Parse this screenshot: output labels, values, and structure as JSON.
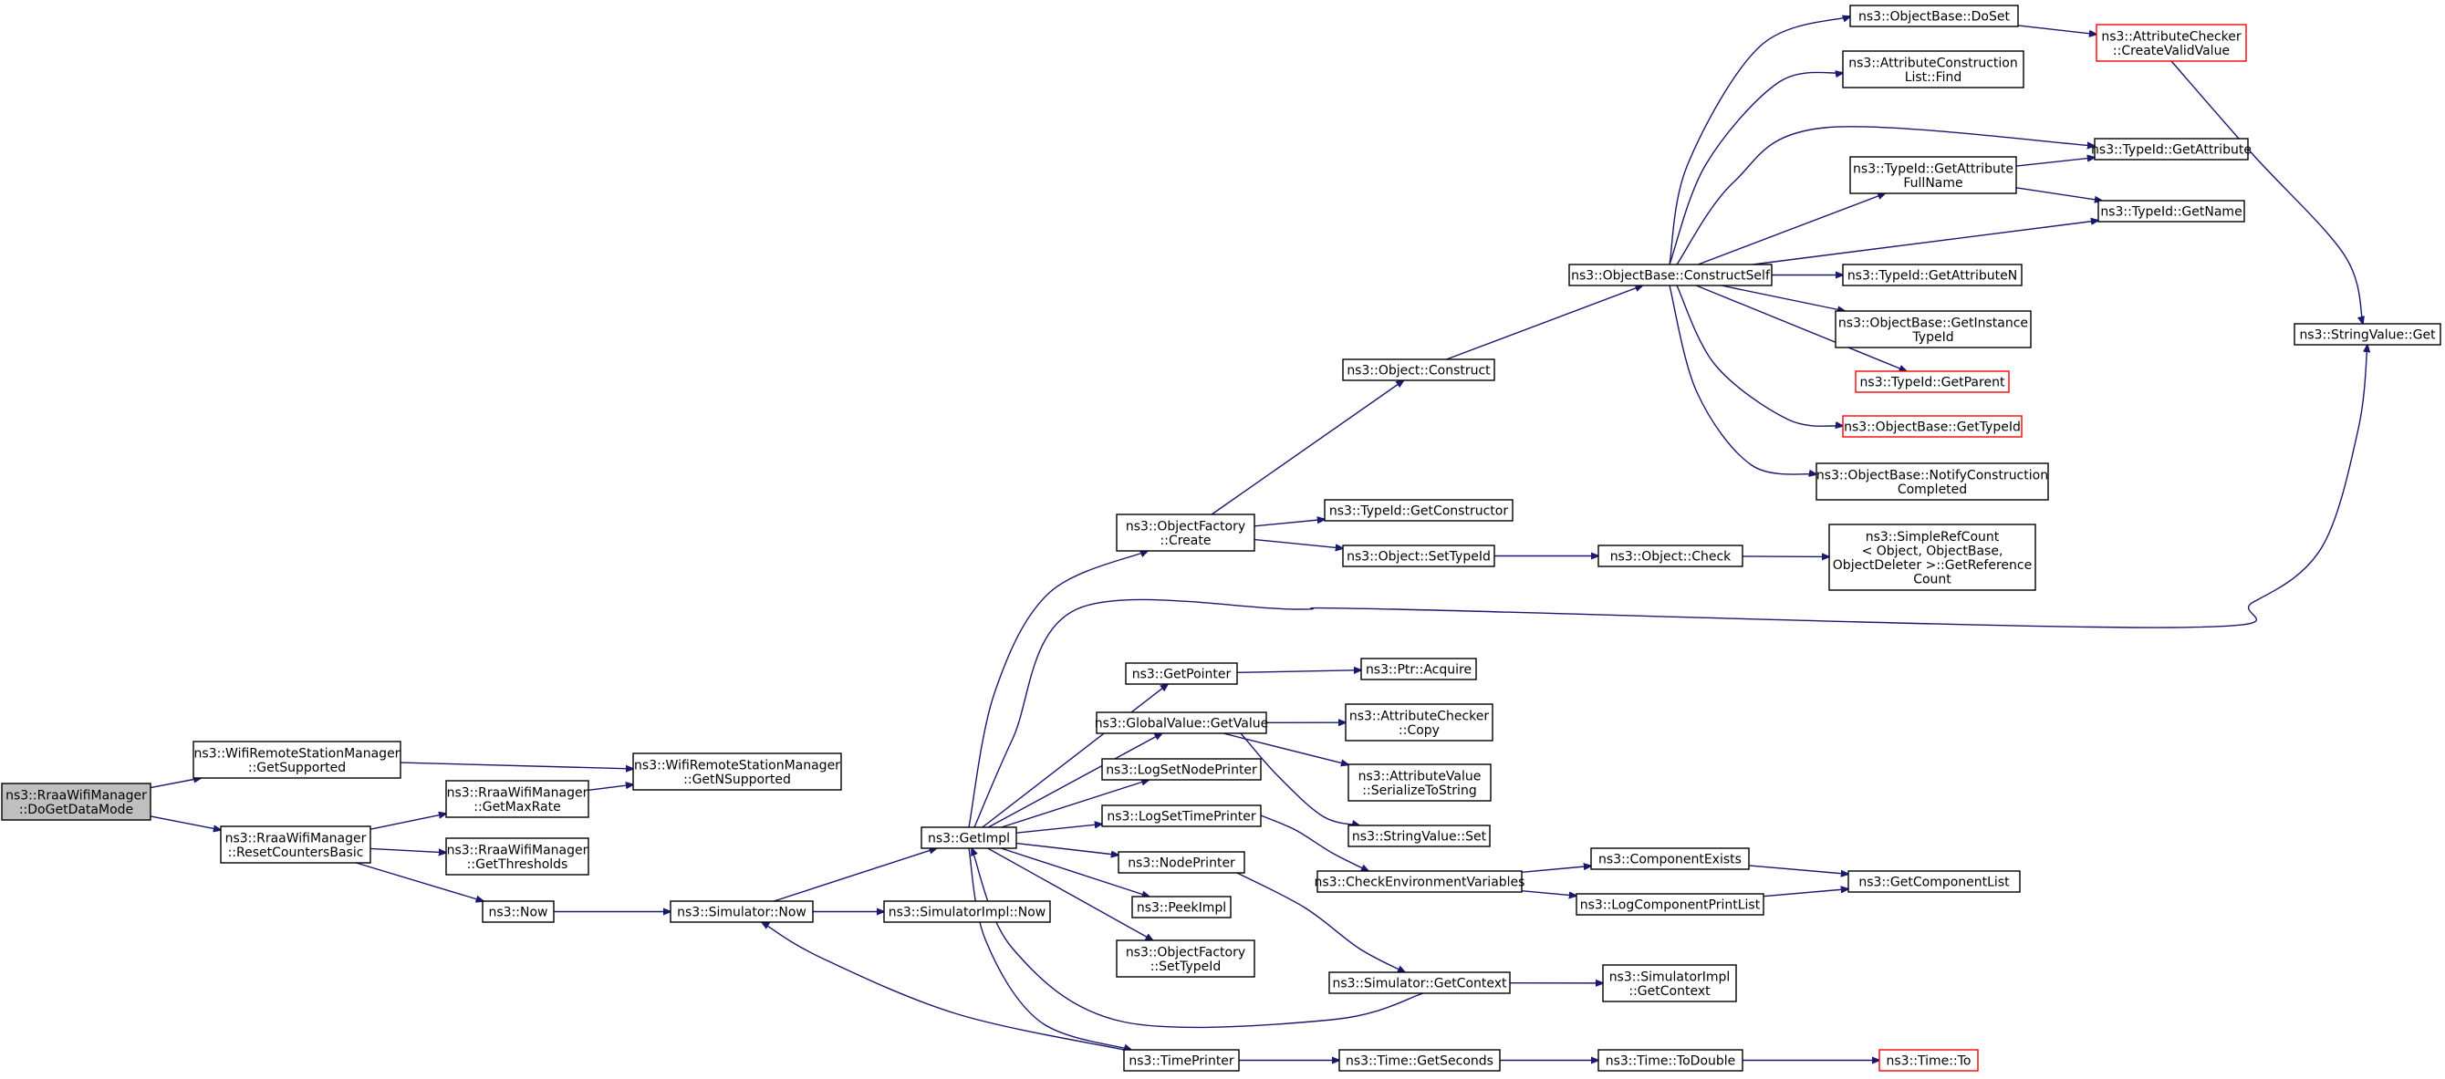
{
  "title": "",
  "nodes": [
    {
      "id": "root",
      "lines": [
        "ns3::RraaWifiManager",
        "::DoGetDataMode"
      ],
      "style": "root"
    },
    {
      "id": "wrsm_getsupported",
      "lines": [
        "ns3::WifiRemoteStationManager",
        "::GetSupported"
      ],
      "style": "normal"
    },
    {
      "id": "wrsm_getnsupported",
      "lines": [
        "ns3::WifiRemoteStationManager",
        "::GetNSupported"
      ],
      "style": "normal"
    },
    {
      "id": "rraa_reset",
      "lines": [
        "ns3::RraaWifiManager",
        "::ResetCountersBasic"
      ],
      "style": "normal"
    },
    {
      "id": "rraa_getmaxrate",
      "lines": [
        "ns3::RraaWifiManager",
        "::GetMaxRate"
      ],
      "style": "normal"
    },
    {
      "id": "rraa_getthresholds",
      "lines": [
        "ns3::RraaWifiManager",
        "::GetThresholds"
      ],
      "style": "normal"
    },
    {
      "id": "now",
      "lines": [
        "ns3::Now"
      ],
      "style": "normal"
    },
    {
      "id": "sim_now",
      "lines": [
        "ns3::Simulator::Now"
      ],
      "style": "normal"
    },
    {
      "id": "simimpl_now",
      "lines": [
        "ns3::SimulatorImpl::Now"
      ],
      "style": "normal"
    },
    {
      "id": "getimpl",
      "lines": [
        "ns3::GetImpl"
      ],
      "style": "normal"
    },
    {
      "id": "of_create",
      "lines": [
        "ns3::ObjectFactory",
        "::Create"
      ],
      "style": "normal"
    },
    {
      "id": "getpointer",
      "lines": [
        "ns3::GetPointer"
      ],
      "style": "normal"
    },
    {
      "id": "gv_getvalue",
      "lines": [
        "ns3::GlobalValue::GetValue"
      ],
      "style": "normal"
    },
    {
      "id": "logsetnodeprinter",
      "lines": [
        "ns3::LogSetNodePrinter"
      ],
      "style": "normal"
    },
    {
      "id": "logsettimeprinter",
      "lines": [
        "ns3::LogSetTimePrinter"
      ],
      "style": "normal"
    },
    {
      "id": "nodeprinter",
      "lines": [
        "ns3::NodePrinter"
      ],
      "style": "normal"
    },
    {
      "id": "peekimpl",
      "lines": [
        "ns3::PeekImpl"
      ],
      "style": "normal"
    },
    {
      "id": "of_settypeid",
      "lines": [
        "ns3::ObjectFactory",
        "::SetTypeId"
      ],
      "style": "normal"
    },
    {
      "id": "timeprinter",
      "lines": [
        "ns3::TimePrinter"
      ],
      "style": "normal"
    },
    {
      "id": "obj_construct",
      "lines": [
        "ns3::Object::Construct"
      ],
      "style": "normal"
    },
    {
      "id": "tid_getconstructor",
      "lines": [
        "ns3::TypeId::GetConstructor"
      ],
      "style": "normal"
    },
    {
      "id": "obj_settypeid",
      "lines": [
        "ns3::Object::SetTypeId"
      ],
      "style": "normal"
    },
    {
      "id": "ptr_acquire",
      "lines": [
        "ns3::Ptr::Acquire"
      ],
      "style": "normal"
    },
    {
      "id": "ac_copy",
      "lines": [
        "ns3::AttributeChecker",
        "::Copy"
      ],
      "style": "normal"
    },
    {
      "id": "av_serialize",
      "lines": [
        "ns3::AttributeValue",
        "::SerializeToString"
      ],
      "style": "normal"
    },
    {
      "id": "sv_set",
      "lines": [
        "ns3::StringValue::Set"
      ],
      "style": "normal"
    },
    {
      "id": "checkenv",
      "lines": [
        "ns3::CheckEnvironmentVariables"
      ],
      "style": "normal"
    },
    {
      "id": "sim_getcontext",
      "lines": [
        "ns3::Simulator::GetContext"
      ],
      "style": "normal"
    },
    {
      "id": "time_getseconds",
      "lines": [
        "ns3::Time::GetSeconds"
      ],
      "style": "normal"
    },
    {
      "id": "ob_constructself",
      "lines": [
        "ns3::ObjectBase::ConstructSelf"
      ],
      "style": "normal"
    },
    {
      "id": "obj_check",
      "lines": [
        "ns3::Object::Check"
      ],
      "style": "normal"
    },
    {
      "id": "componentexists",
      "lines": [
        "ns3::ComponentExists"
      ],
      "style": "normal"
    },
    {
      "id": "logcompprintlist",
      "lines": [
        "ns3::LogComponentPrintList"
      ],
      "style": "normal"
    },
    {
      "id": "simimpl_getcontext",
      "lines": [
        "ns3::SimulatorImpl",
        "::GetContext"
      ],
      "style": "normal"
    },
    {
      "id": "time_todouble",
      "lines": [
        "ns3::Time::ToDouble"
      ],
      "style": "normal"
    },
    {
      "id": "ob_doset",
      "lines": [
        "ns3::ObjectBase::DoSet"
      ],
      "style": "normal"
    },
    {
      "id": "acl_find",
      "lines": [
        "ns3::AttributeConstruction",
        "List::Find"
      ],
      "style": "normal"
    },
    {
      "id": "tid_getattrfullname",
      "lines": [
        "ns3::TypeId::GetAttribute",
        "FullName"
      ],
      "style": "normal"
    },
    {
      "id": "tid_getattributen",
      "lines": [
        "ns3::TypeId::GetAttributeN"
      ],
      "style": "normal"
    },
    {
      "id": "ob_getinstancetypeid",
      "lines": [
        "ns3::ObjectBase::GetInstance",
        "TypeId"
      ],
      "style": "normal"
    },
    {
      "id": "tid_getparent",
      "lines": [
        "ns3::TypeId::GetParent"
      ],
      "style": "red"
    },
    {
      "id": "ob_gettypeid",
      "lines": [
        "ns3::ObjectBase::GetTypeId"
      ],
      "style": "red"
    },
    {
      "id": "ob_notifycc",
      "lines": [
        "ns3::ObjectBase::NotifyConstruction",
        "Completed"
      ],
      "style": "normal"
    },
    {
      "id": "simplerefcount",
      "lines": [
        "ns3::SimpleRefCount",
        "< Object, ObjectBase,",
        " ObjectDeleter >::GetReference",
        "Count"
      ],
      "style": "normal"
    },
    {
      "id": "getcomponentlist",
      "lines": [
        "ns3::GetComponentList"
      ],
      "style": "normal"
    },
    {
      "id": "time_to",
      "lines": [
        "ns3::Time::To"
      ],
      "style": "red"
    },
    {
      "id": "ac_createvalidvalue",
      "lines": [
        "ns3::AttributeChecker",
        "::CreateValidValue"
      ],
      "style": "red"
    },
    {
      "id": "tid_getattribute",
      "lines": [
        "ns3::TypeId::GetAttribute"
      ],
      "style": "normal"
    },
    {
      "id": "tid_getname",
      "lines": [
        "ns3::TypeId::GetName"
      ],
      "style": "normal"
    },
    {
      "id": "sv_get",
      "lines": [
        "ns3::StringValue::Get"
      ],
      "style": "normal"
    }
  ],
  "edges": [
    [
      "root",
      "wrsm_getsupported"
    ],
    [
      "root",
      "rraa_reset"
    ],
    [
      "wrsm_getsupported",
      "wrsm_getnsupported"
    ],
    [
      "rraa_reset",
      "rraa_getmaxrate"
    ],
    [
      "rraa_reset",
      "rraa_getthresholds"
    ],
    [
      "rraa_reset",
      "now"
    ],
    [
      "rraa_getmaxrate",
      "wrsm_getnsupported"
    ],
    [
      "now",
      "sim_now"
    ],
    [
      "sim_now",
      "getimpl"
    ],
    [
      "sim_now",
      "simimpl_now"
    ],
    [
      "getimpl",
      "of_create"
    ],
    [
      "getimpl",
      "sv_get"
    ],
    [
      "getimpl",
      "getpointer"
    ],
    [
      "getimpl",
      "gv_getvalue"
    ],
    [
      "getimpl",
      "logsetnodeprinter"
    ],
    [
      "getimpl",
      "logsettimeprinter"
    ],
    [
      "getimpl",
      "nodeprinter"
    ],
    [
      "getimpl",
      "peekimpl"
    ],
    [
      "getimpl",
      "of_settypeid"
    ],
    [
      "getimpl",
      "timeprinter"
    ],
    [
      "timeprinter",
      "sim_now"
    ],
    [
      "sim_getcontext",
      "getimpl"
    ],
    [
      "of_create",
      "obj_construct"
    ],
    [
      "of_create",
      "tid_getconstructor"
    ],
    [
      "of_create",
      "obj_settypeid"
    ],
    [
      "obj_construct",
      "ob_constructself"
    ],
    [
      "obj_settypeid",
      "obj_check"
    ],
    [
      "obj_check",
      "simplerefcount"
    ],
    [
      "getpointer",
      "ptr_acquire"
    ],
    [
      "gv_getvalue",
      "ac_copy"
    ],
    [
      "gv_getvalue",
      "av_serialize"
    ],
    [
      "gv_getvalue",
      "sv_set"
    ],
    [
      "logsettimeprinter",
      "checkenv"
    ],
    [
      "nodeprinter",
      "sim_getcontext"
    ],
    [
      "timeprinter",
      "time_getseconds"
    ],
    [
      "checkenv",
      "componentexists"
    ],
    [
      "checkenv",
      "logcompprintlist"
    ],
    [
      "componentexists",
      "getcomponentlist"
    ],
    [
      "logcompprintlist",
      "getcomponentlist"
    ],
    [
      "sim_getcontext",
      "simimpl_getcontext"
    ],
    [
      "time_getseconds",
      "time_todouble"
    ],
    [
      "time_todouble",
      "time_to"
    ],
    [
      "ob_constructself",
      "ob_doset"
    ],
    [
      "ob_constructself",
      "acl_find"
    ],
    [
      "ob_constructself",
      "tid_getattribute"
    ],
    [
      "ob_constructself",
      "tid_getattrfullname"
    ],
    [
      "ob_constructself",
      "tid_getname"
    ],
    [
      "ob_constructself",
      "tid_getattributen"
    ],
    [
      "ob_constructself",
      "ob_getinstancetypeid"
    ],
    [
      "ob_constructself",
      "tid_getparent"
    ],
    [
      "ob_constructself",
      "ob_gettypeid"
    ],
    [
      "ob_constructself",
      "ob_notifycc"
    ],
    [
      "ob_doset",
      "ac_createvalidvalue"
    ],
    [
      "ac_createvalidvalue",
      "sv_get"
    ],
    [
      "tid_getattrfullname",
      "tid_getattribute"
    ],
    [
      "tid_getattrfullname",
      "tid_getname"
    ]
  ]
}
